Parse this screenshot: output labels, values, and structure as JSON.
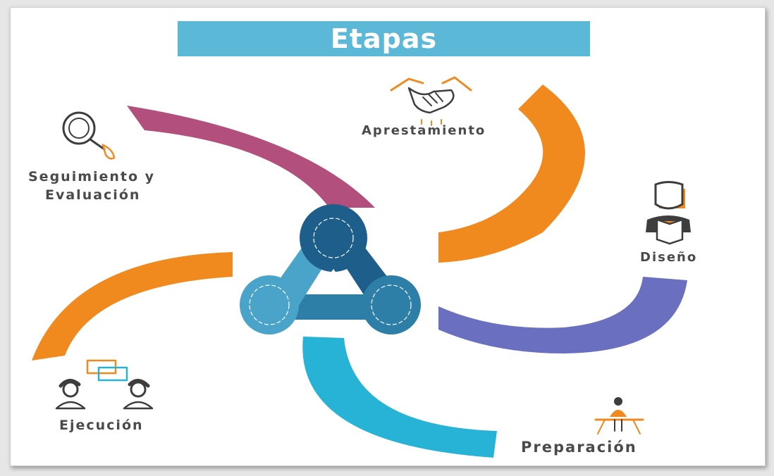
{
  "title": "Etapas",
  "colors": {
    "title_bg": "#5bb8d6",
    "magenta": "#b24f7c",
    "orange": "#f08a1e",
    "purple": "#6a6fc0",
    "cyan": "#27b3d6",
    "dark_blue": "#1d5f8a",
    "mid_blue": "#2e7fa8",
    "light_blue": "#4aa3c8"
  },
  "stages": {
    "aprestamiento": {
      "label": "Aprestamiento",
      "icon": "handshake-icon"
    },
    "diseno": {
      "label": "Diseño",
      "icon": "reader-icon"
    },
    "preparacion": {
      "label": "Preparación",
      "icon": "presenter-icon"
    },
    "ejecucion": {
      "label": "Ejecución",
      "icon": "conversation-icon"
    },
    "seguimiento": {
      "label_line1": "Seguimiento y",
      "label_line2": "Evaluación",
      "icon": "magnifier-icon"
    }
  }
}
